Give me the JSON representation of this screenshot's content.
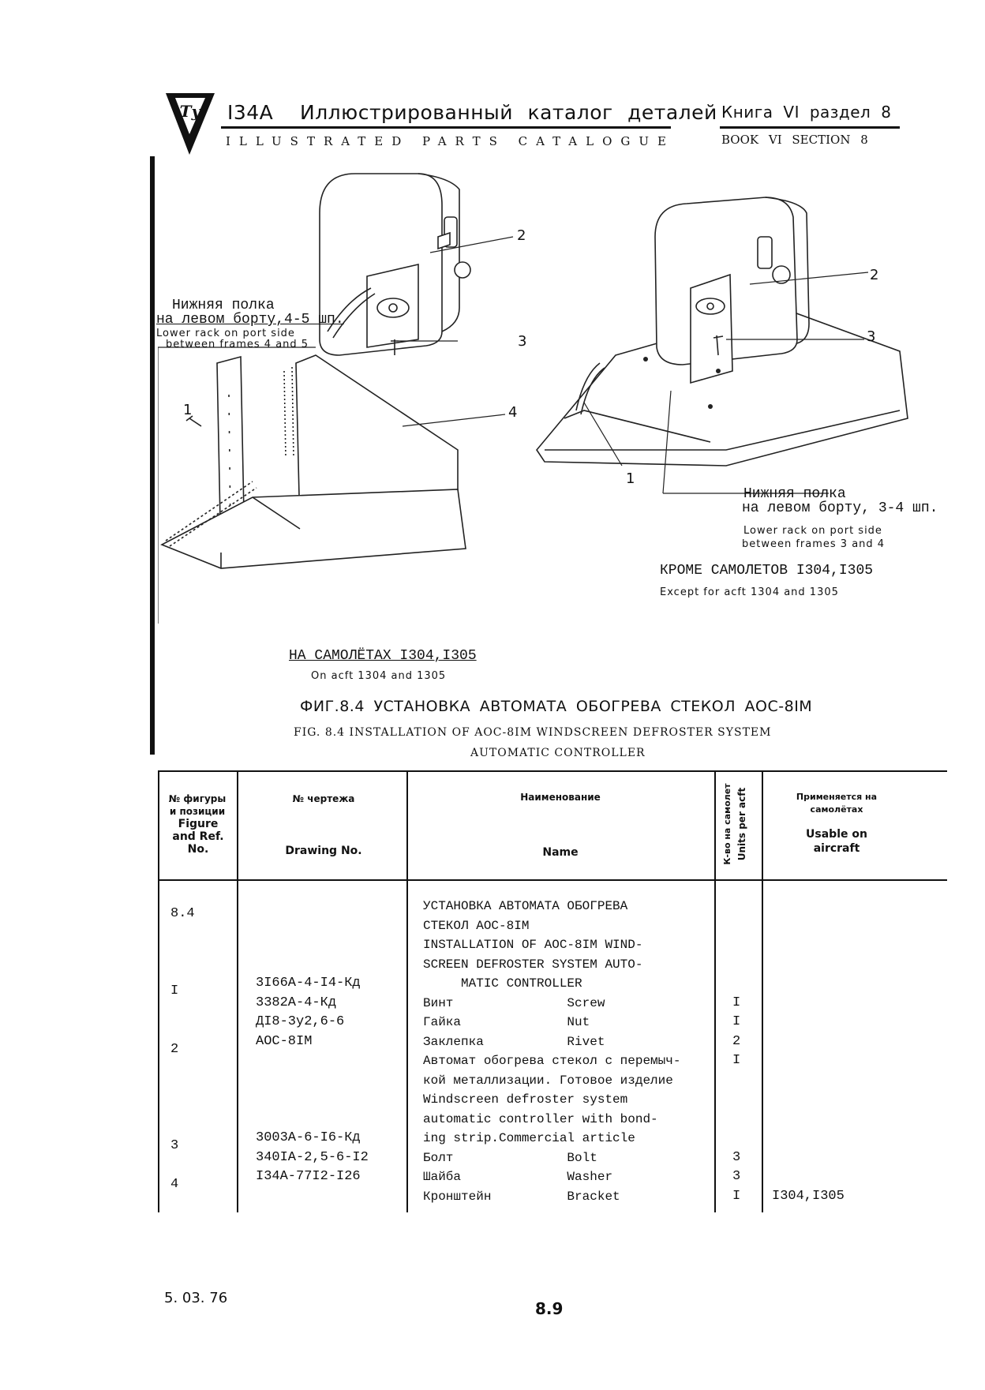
{
  "header": {
    "model": "I34A",
    "title_ru": "Иллюстрированный каталог деталей",
    "title_en": "ILLUSTRATED PARTS CATALOGUE",
    "book_ru": "Книга VI раздел 8",
    "book_en": "BOOK VI SECTION 8"
  },
  "figure": {
    "left_label_ru_1": "Нижняя полка",
    "left_label_ru_2": "на левом борту,4-5 шп.",
    "left_label_en_1": "Lower rack on port side",
    "left_label_en_2": "between frames 4 and 5",
    "right_label_ru_1": "Нижняя полка",
    "right_label_ru_2": "на левом борту, 3-4 шп.",
    "right_label_en_1": "Lower rack on port side",
    "right_label_en_2": "between frames 3 and 4",
    "left_note_ru": "НА САМОЛЁТАХ I304,I305",
    "left_note_en": "On acft 1304 and 1305",
    "right_note_ru": "КРОМЕ САМОЛЕТОВ I304,I305",
    "right_note_en": "Except for acft 1304 and 1305",
    "callouts": [
      "1",
      "2",
      "3",
      "4",
      "2",
      "3",
      "1"
    ],
    "caption_ru": "ФИГ.8.4 УСТАНОВКА АВТОМАТА ОБОГРЕВА СТЕКОЛ АОС-8IМ",
    "caption_en_1": "FIG. 8.4 INSTALLATION OF AOC-8IM WINDSCREEN DEFROSTER SYSTEM",
    "caption_en_2": "AUTOMATIC CONTROLLER"
  },
  "table": {
    "headers": {
      "fig_ru": "№ фигуры и позиции",
      "fig_en": "Figure and Ref. No.",
      "drawing_ru": "№ чертежа",
      "drawing_en": "Drawing No.",
      "name_ru": "Наименование",
      "name_en": "Name",
      "units_ru": "К-во на самолет",
      "units_en": "Units per acft",
      "usable_ru": "Применяется на самолётах",
      "usable_en": "Usable on aircraft"
    },
    "fig_col": "8.4\n\n\n\nI\n\n\n2\n\n\n\n\n3\n\n4",
    "drawing_col": "\n\n\n\n3I66A-4-I4-Кд\n3382А-4-Кд\nДI8-3у2,6-6\nAOC-8IM\n\n\n\n\n3003A-6-I6-Кд\n340IA-2,5-6-I2\nI34A-77I2-I26",
    "name_col": "УСТАНОВКА АВТОМАТА ОБОГРЕВА\nСТЕКОЛ АОС-8IМ\nINSTALLATION OF AOC-8IM WIND-\nSCREEN DEFROSTER SYSTEM AUTO-\n     MATIC CONTROLLER\nВинт               Screw\nГайка              Nut\nЗаклепка           Rivet\nАвтомат обогрева стекол с перемыч-\nкой металлизации. Готовое изделие\nWindscreen defroster system\nautomatic controller with bond-\ning strip.Commercial article\nБолт               Bolt\nШайба              Washer\nКронштейн          Bracket",
    "units_col": "\n\n\n\n\nI\nI\n2\nI\n\n\n\n\n3\n3\nI",
    "usable_col": "\n\n\n\n\n\n\n\n\n\n\n\n\n\n\nI304,I305"
  },
  "footer": {
    "date": "5. 03. 76",
    "page": "8.9"
  }
}
